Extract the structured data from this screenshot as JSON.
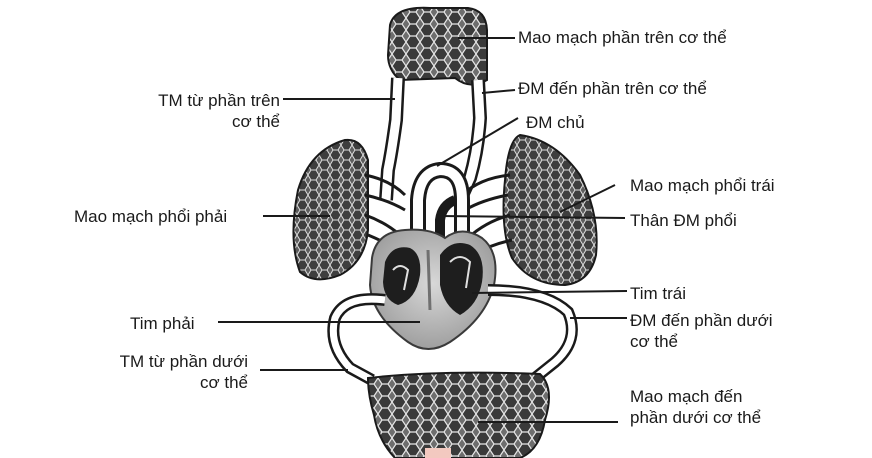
{
  "labels": {
    "upper_capillaries": "Mao mạch phần trên cơ thể",
    "artery_to_upper_body": "ĐM đến phần trên cơ thể",
    "aorta": "ĐM chủ",
    "vein_from_upper_body_line1": "TM từ phần trên",
    "vein_from_upper_body_line2": "cơ thể",
    "left_lung_capillaries": "Mao mạch phổi trái",
    "right_lung_capillaries": "Mao mạch phổi phải",
    "pulmonary_trunk": "Thân ĐM phổi",
    "left_heart": "Tim trái",
    "right_heart": "Tim phải",
    "artery_to_lower_body_line1": "ĐM đến phần dưới",
    "artery_to_lower_body_line2": "cơ thể",
    "vein_from_lower_body_line1": "TM từ phần dưới",
    "vein_from_lower_body_line2": "cơ thể",
    "lower_capillaries_line1": "Mao mạch đến",
    "lower_capillaries_line2": "phần dưới cơ thể"
  }
}
